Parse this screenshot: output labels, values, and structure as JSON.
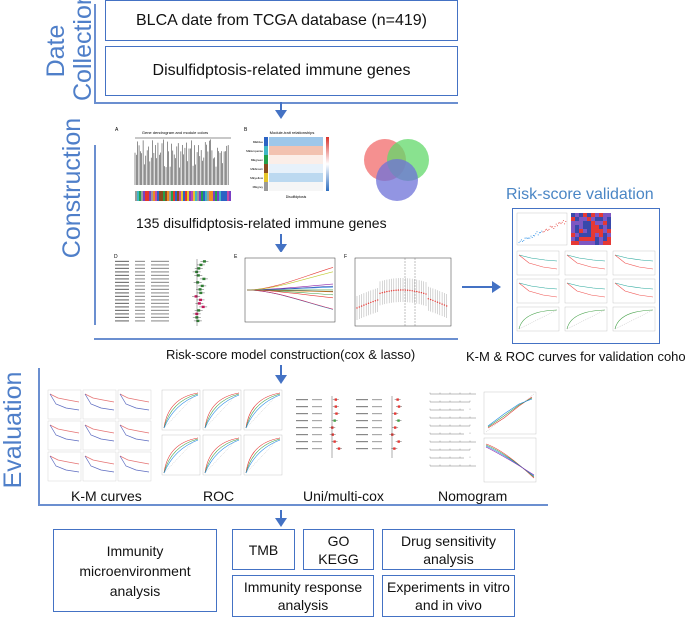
{
  "sections": {
    "collection": [
      "Date",
      "Collection"
    ],
    "construction": "Construction",
    "evaluation": "Evaluation"
  },
  "boxes": {
    "tcga": "BLCA date from TCGA  database (n=419)",
    "immune_genes": "Disulfidptosis-related immune genes",
    "immunity": [
      "Immunity",
      "microenvironment",
      "analysis"
    ],
    "tmb": "TMB",
    "go_kegg": [
      "GO",
      "KEGG"
    ],
    "drug": [
      "Drug sensitivity",
      "analysis"
    ],
    "immune_response": [
      "Immunity response",
      "analysis"
    ],
    "experiments": [
      "Experiments in vitro",
      "and in vivo"
    ]
  },
  "captions": {
    "genes135": "135 disulfidptosis-related immune genes",
    "model": "Risk-score model construction(cox & lasso)",
    "validation_title": "Risk-score validation",
    "validation_caption": "K-M & ROC curves for validation cohorts",
    "km": "K-M curves",
    "roc": "ROC",
    "unimulti": "Uni/multi-cox",
    "nomogram": "Nomogram"
  },
  "figure_text": {
    "panel_a": "A",
    "panel_b": "B",
    "panel_d": "D",
    "panel_e": "E",
    "panel_f": "F",
    "dendro_title": "Gene dendrogram and module colors",
    "module_title": "Module-trait relationships",
    "modules": [
      "MEblue",
      "MEturquoise",
      "MEgreen",
      "MEbrown",
      "MEyellow",
      "MEgrey"
    ],
    "trait": "Disulfidptosis"
  },
  "colors": {
    "accent": "#4472c4",
    "label": "#4f7fc9",
    "validation_title": "#4a86c5"
  }
}
